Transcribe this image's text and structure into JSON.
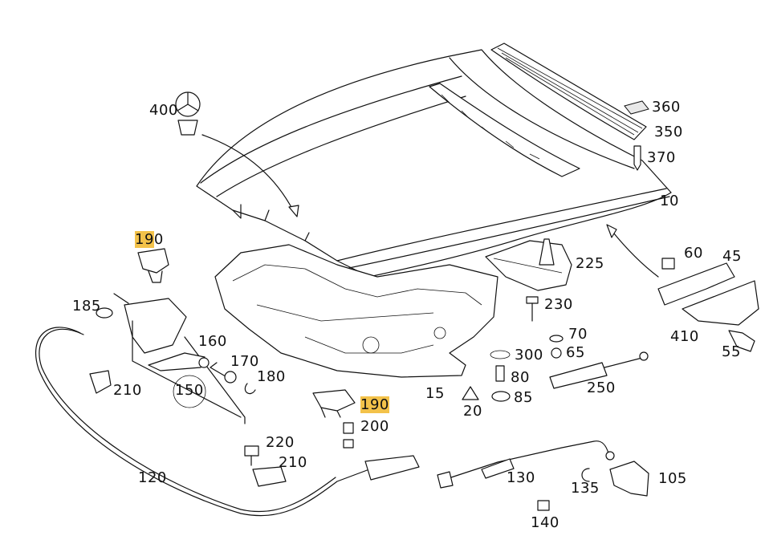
{
  "labels": {
    "l400": "400",
    "l360": "360",
    "l350": "350",
    "l370": "370",
    "l10": "10",
    "l190a_hl": "19",
    "l190a_rest": "0",
    "l225": "225",
    "l60": "60",
    "l45": "45",
    "l185": "185",
    "l230": "230",
    "l70": "70",
    "l410": "410",
    "l160": "160",
    "l300": "300",
    "l65": "65",
    "l55": "55",
    "l170": "170",
    "l180": "180",
    "l80": "80",
    "l210a": "210",
    "l150": "150",
    "l250": "250",
    "l15": "15",
    "l190b_hl": "190",
    "l85": "85",
    "l20": "20",
    "l200": "200",
    "l220": "220",
    "l210b": "210",
    "l120": "120",
    "l130": "130",
    "l135": "135",
    "l105": "105",
    "l140": "140"
  },
  "colors": {
    "highlight": "#f3c24a",
    "line": "#111111",
    "background": "#ffffff"
  }
}
